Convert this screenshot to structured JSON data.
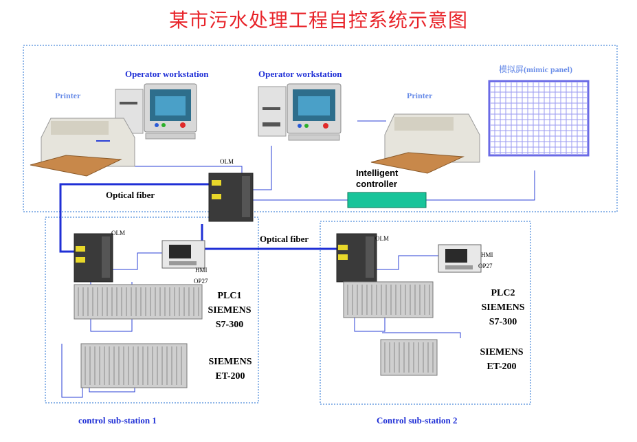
{
  "title": "某市污水处理工程自控系统示意图",
  "labels": {
    "operator_ws_1": "Operator workstation",
    "operator_ws_2": "Operator workstation",
    "printer_1": "Printer",
    "printer_2": "Printer",
    "mimic_cn": "模拟屏",
    "mimic_en": "(mimic panel)",
    "olm_top": "OLM",
    "olm_left": "OLM",
    "olm_right": "OLM",
    "optical_fiber_1": "Optical fiber",
    "optical_fiber_2": "Optical fiber",
    "intelligent_line1": "Intelligent",
    "intelligent_line2": "controller",
    "hmi_left": "HMI",
    "op27_left": "OP27",
    "hmi_right": "HMI",
    "op27_right": "OP27",
    "plc1_line1": "PLC1",
    "plc1_line2": "SIEMENS",
    "plc1_line3": "S7-300",
    "plc2_line1": "PLC2",
    "plc2_line2": "SIEMENS",
    "plc2_line3": "S7-300",
    "et200_left_line1": "SIEMENS",
    "et200_left_line2": "ET-200",
    "et200_right_line1": "SIEMENS",
    "et200_right_line2": "ET-200",
    "substation_1": "control sub-station 1",
    "substation_2": "Control sub-station 2"
  },
  "colors": {
    "title": "#e8242a",
    "fiber": "#1f2fd6",
    "dotted_border": "#6a9ee0",
    "controller_fill": "#18c49a",
    "mimic_grid": "#6a6ae6"
  }
}
